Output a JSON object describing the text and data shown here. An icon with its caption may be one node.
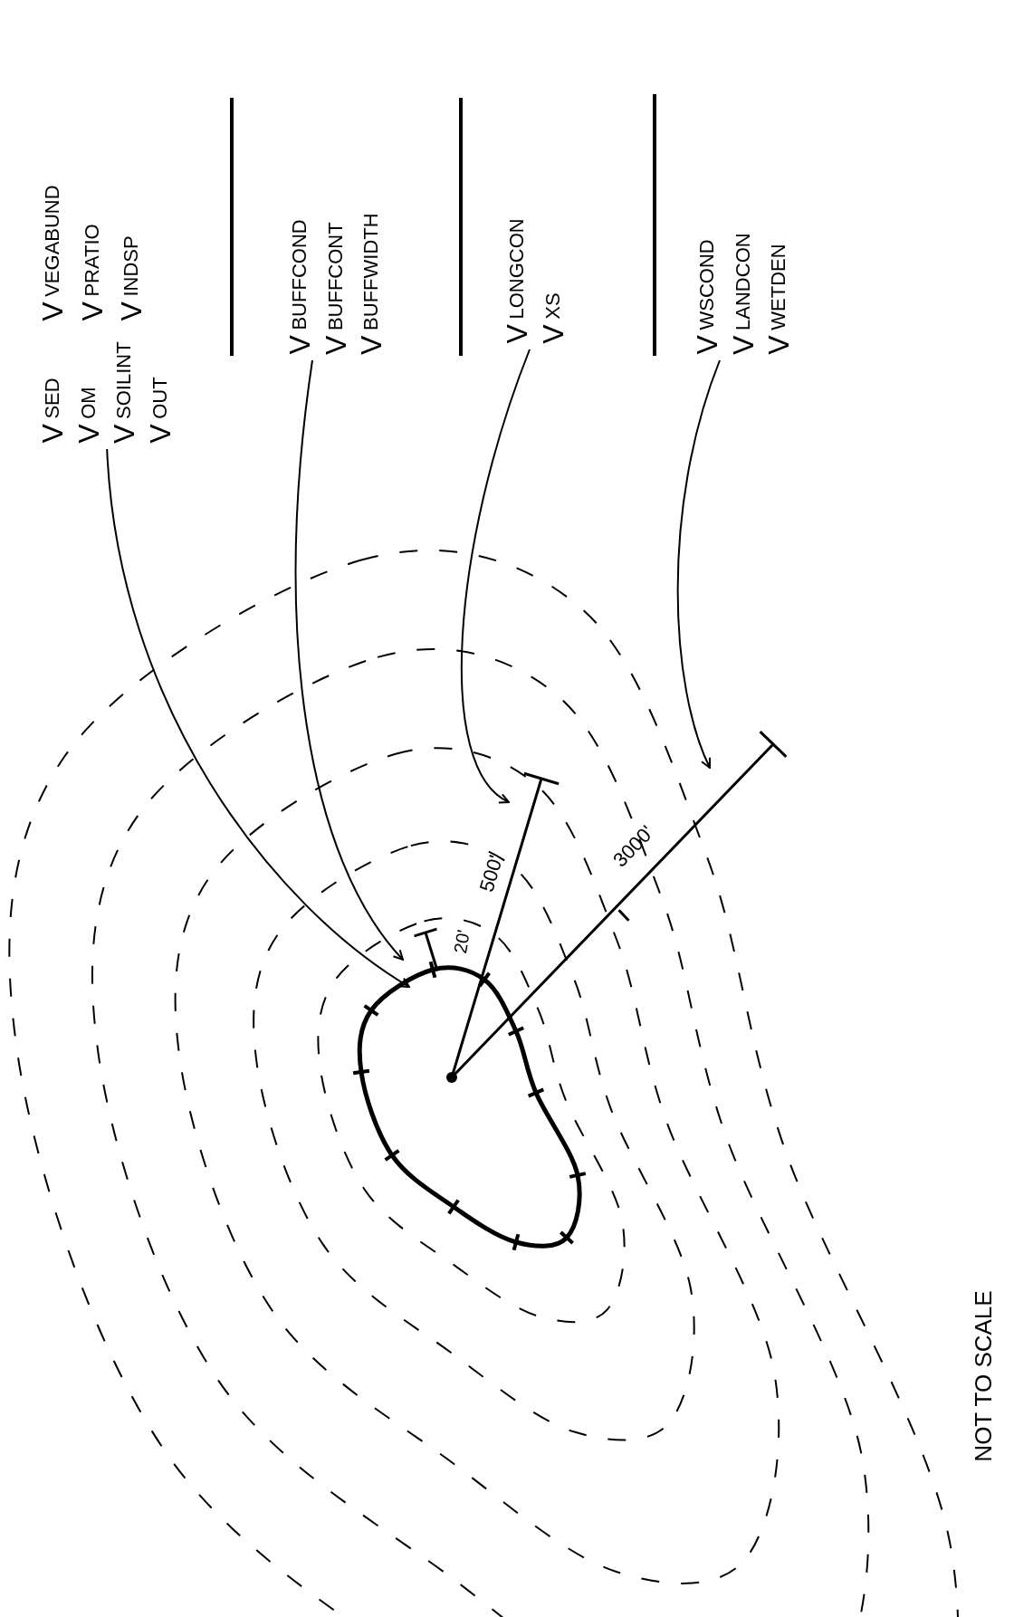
{
  "diagram": {
    "nodes": [
      {
        "text": [
          "V$_{SED}$",
          "V$_{OM}$",
          "V$_{SOILINT}$",
          "V$_{OUT}$",
          "V$_{VEGABUND}$",
          "V$_{PRATIO}$",
          "V$_{INDSP}$"
        ]
      },
      {
        "text": [
          "V$_{BUFFCOND}$",
          "V$_{BUFFCONT}$",
          "V$_{BUFFWIDTH}$"
        ]
      },
      {
        "text": [
          "V$_{LONGCON}$",
          "V$_{XS}$"
        ]
      },
      {
        "text": [
          "V$_{WSCOND}$",
          "V$_{LANDCON}$",
          "V$_{WETDEN}$"
        ]
      },
      {
        "text": [],
        "shape": "blob"
      }
    ],
    "edges": [
      {
        "from": 0,
        "to": 4,
        "arrow": "to"
      },
      {
        "from": 1,
        "to": 4,
        "arrow": "to"
      },
      {
        "from": 2,
        "to": null,
        "arrow": "to"
      },
      {
        "from": 3,
        "to": null,
        "arrow": "to"
      }
    ],
    "labels": [
      "20'",
      "500'",
      "3000'",
      "NOT TO SCALE"
    ]
  }
}
